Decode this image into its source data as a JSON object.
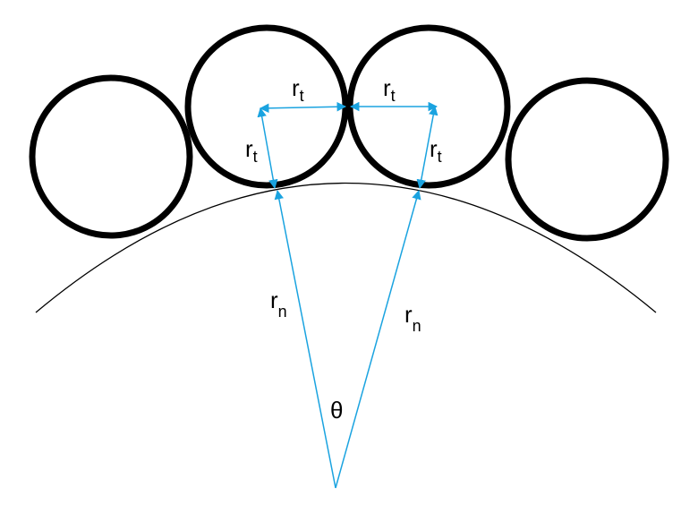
{
  "colors": {
    "circle_stroke": "#000000",
    "arc_stroke": "#000000",
    "dimension_lines": "#1aa3e0",
    "label_text": "#000000"
  },
  "labels": {
    "rt_base": "r",
    "rt_sub": "t",
    "rn_base": "r",
    "rn_sub": "n",
    "theta": "θ"
  }
}
